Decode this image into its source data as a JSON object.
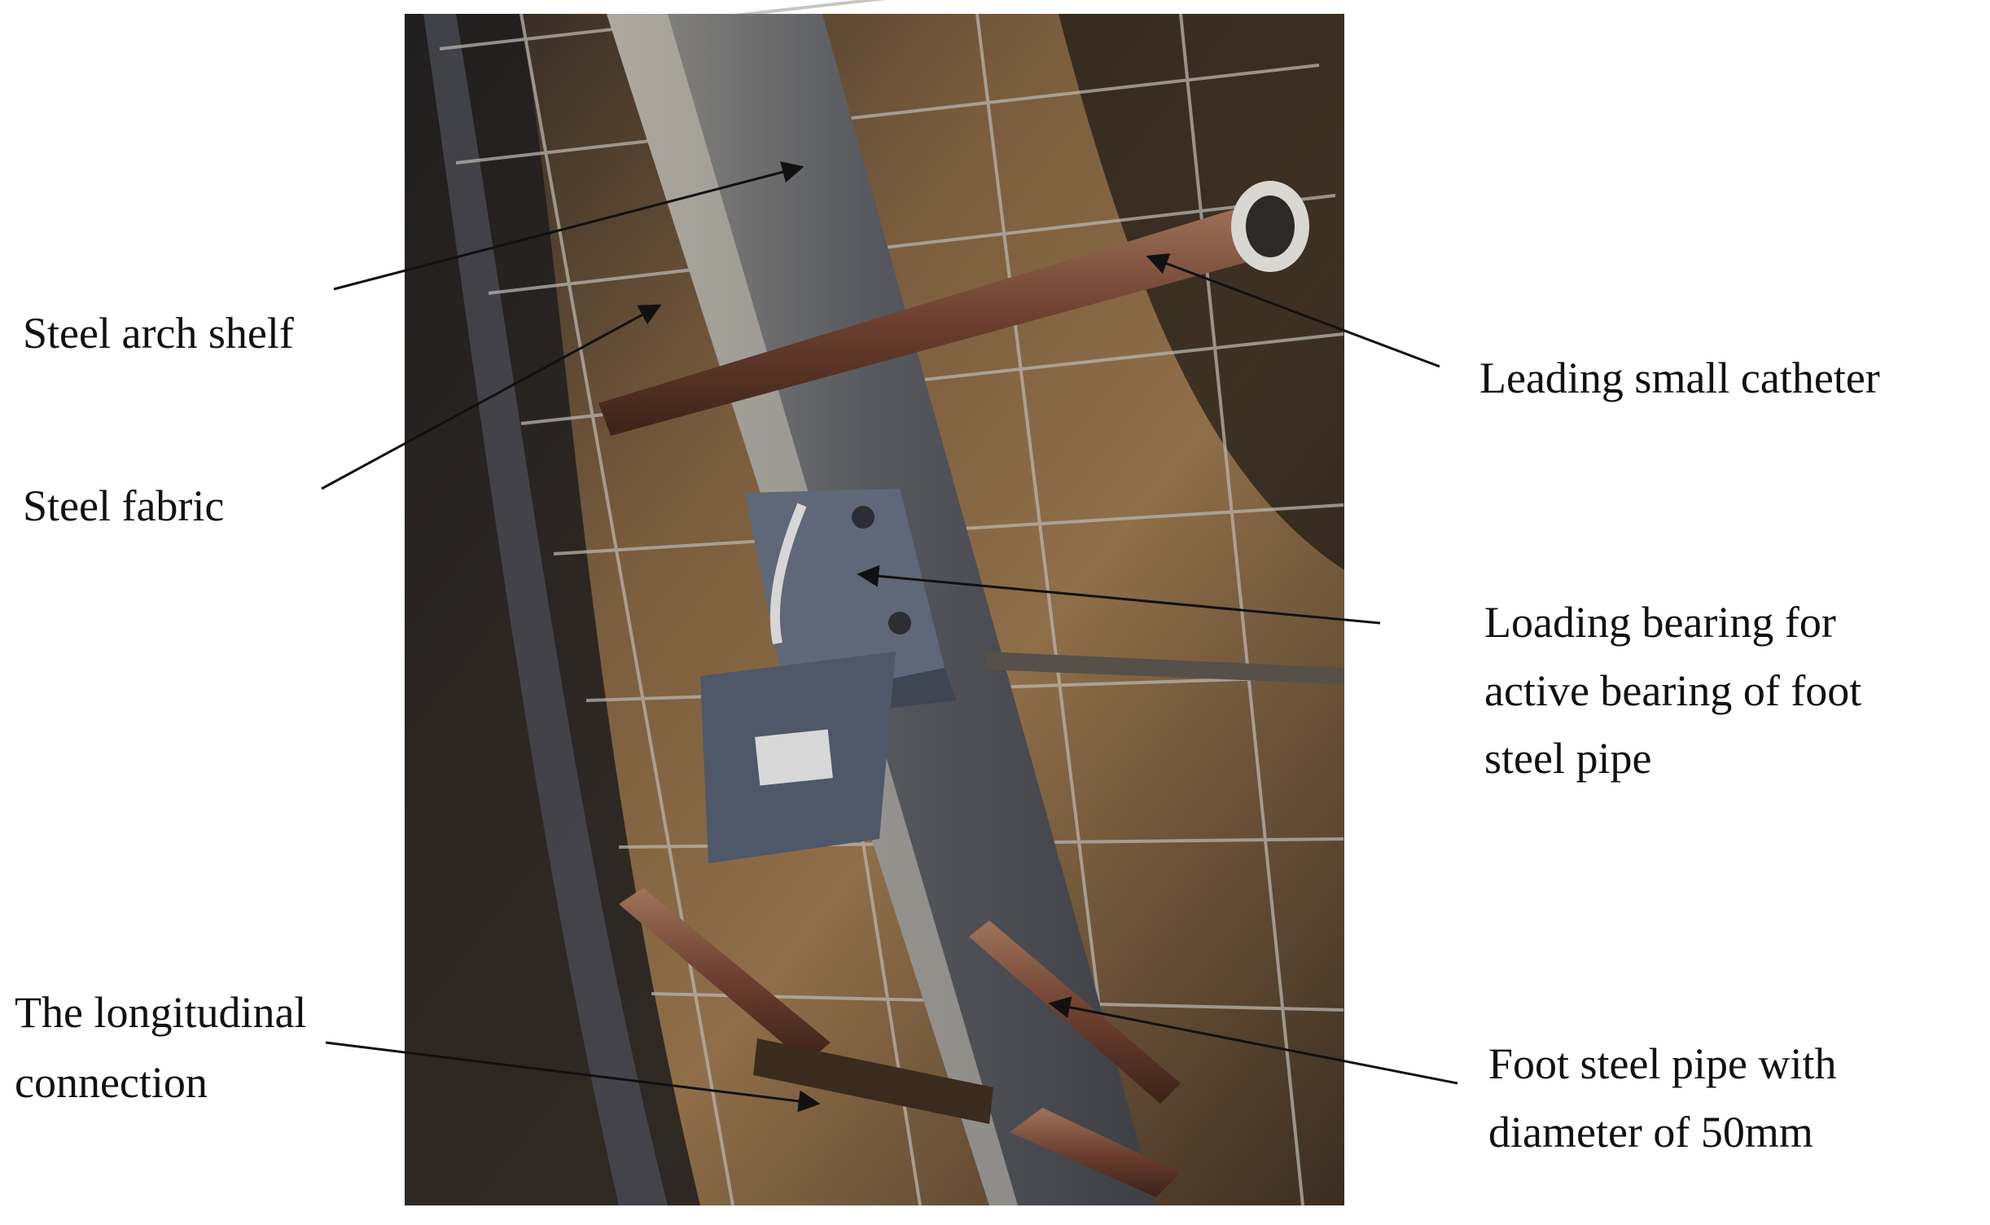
{
  "figure": {
    "labels": {
      "steel_arch_shelf": "Steel arch shelf",
      "steel_fabric": "Steel fabric",
      "leading_small_catheter": "Leading small catheter",
      "loading_bearing": "Loading bearing for\nactive bearing of foot\nsteel pipe",
      "longitudinal_connection": "The longitudinal\nconnection",
      "foot_steel_pipe": "Foot steel pipe with\n diameter of 50mm"
    },
    "colors": {
      "arrow": "#111111",
      "background": "#ffffff",
      "soil": "#8a6a44",
      "steel_beam": "#5f6066",
      "steel_plate": "#4f5868",
      "rusty_pipe": "#7a4a36"
    }
  }
}
